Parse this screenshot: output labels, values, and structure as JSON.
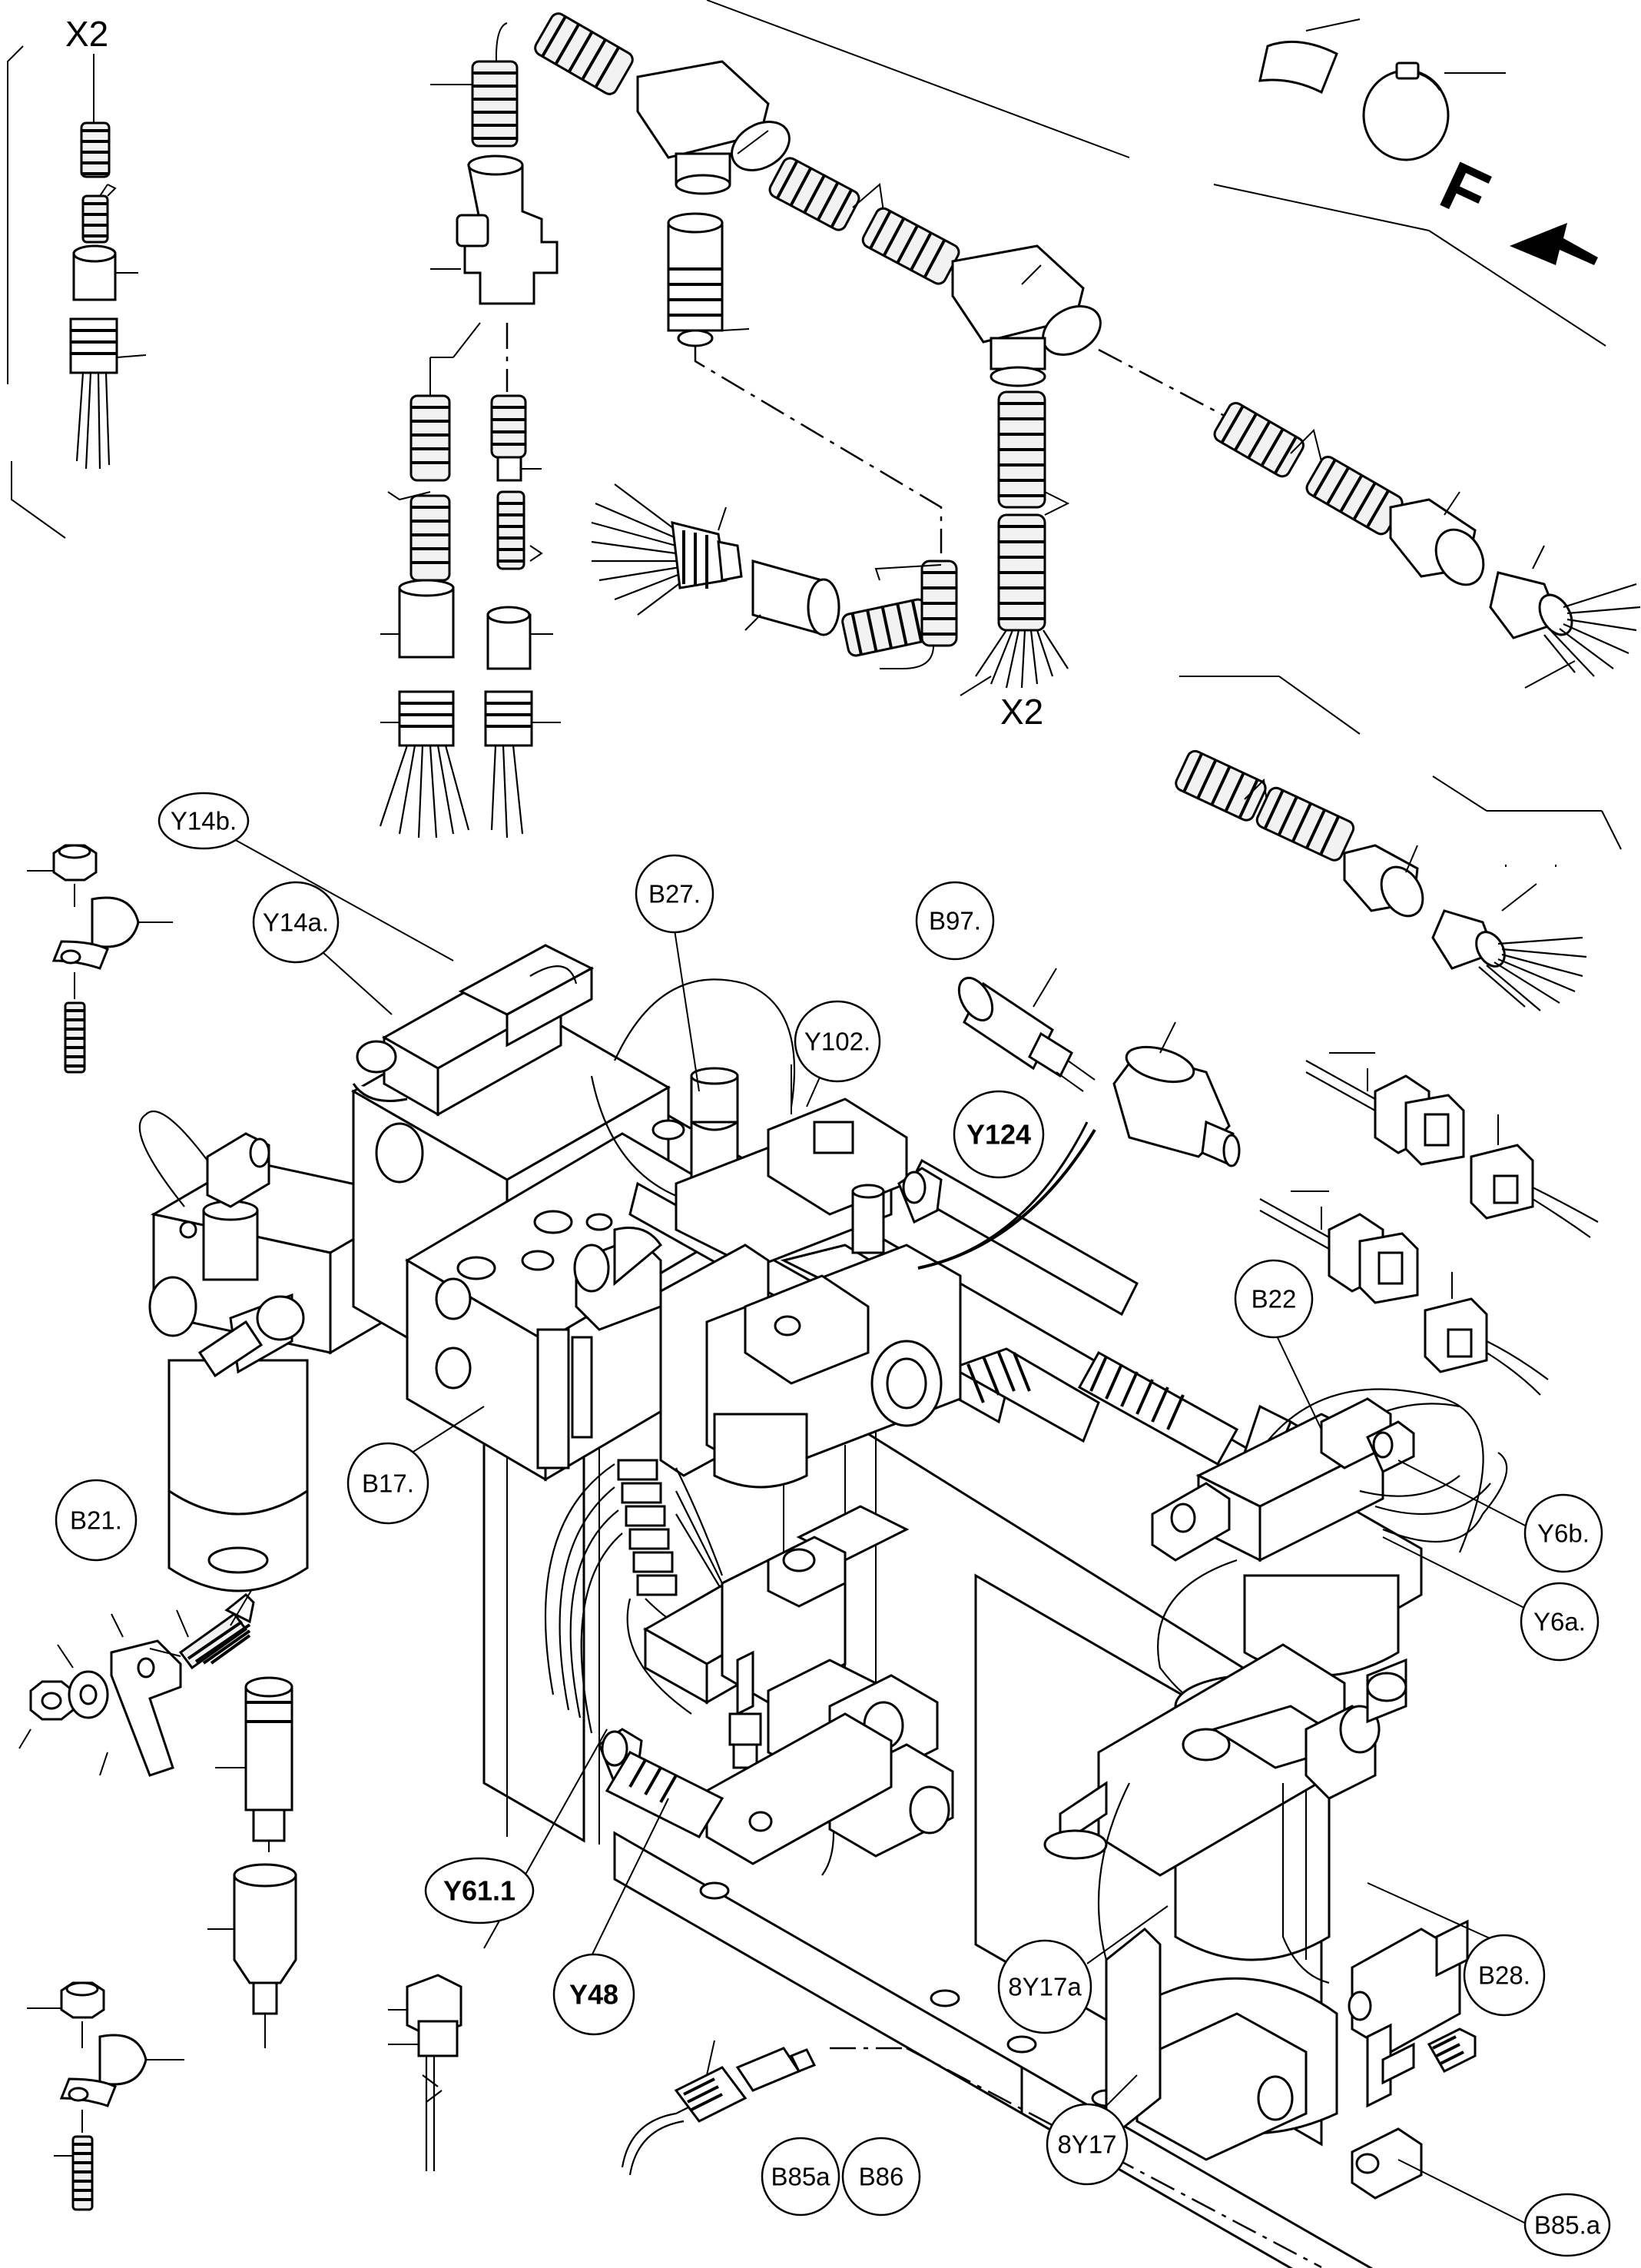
{
  "labels": {
    "x2_top_left": "X2",
    "x2_mid": "X2",
    "f_arrow": "F",
    "Y14b": "Y14b.",
    "Y14a": "Y14a.",
    "B27": "B27.",
    "B97": "B97.",
    "Y102": "Y102.",
    "Y124": "Y124",
    "B22": "B22",
    "B21": "B21.",
    "B17": "B17.",
    "Y6b": "Y6b.",
    "Y6a": "Y6a.",
    "Y61_1": "Y61.1",
    "Y48": "Y48",
    "8Y17a": "8Y17a",
    "B28": "B28.",
    "8Y17": "8Y17",
    "B85a_left": "B85a",
    "B86": "B86",
    "B85a_right": "B85.a"
  },
  "colors": {
    "ink": "#000000",
    "paper": "#ffffff"
  }
}
